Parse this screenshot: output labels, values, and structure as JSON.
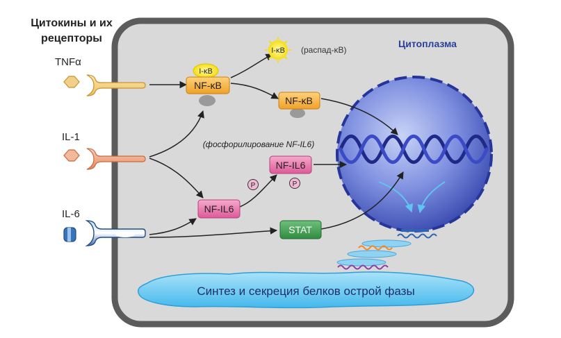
{
  "heading_line1": "Цитокины и их",
  "heading_line2": "рецепторы",
  "cytoplasm_label": "Цитоплазма",
  "receptors": {
    "tnf": "TNFα",
    "il1": "IL-1",
    "il6": "IL-6"
  },
  "complex": {
    "ikb": "I-κB",
    "nfkb": "NF-κB"
  },
  "ikb_released": "I-κB",
  "ikb_decay": "(распад-κB)",
  "nfkb_free": "NF-κB",
  "phosphorylation_note": "(фосфорилирование NF-IL6)",
  "nfil6": "NF-IL6",
  "nfil6_phos": "NF-IL6",
  "phospho_mark": "P",
  "stat": "STAT",
  "synthesis": "Синтез и секреция белков острой фазы",
  "colors": {
    "cell_fill": "#d9d9d9",
    "cell_border": "#5c5c5c",
    "nucleus": "#3d4fb4",
    "nfkb": "#f4b341",
    "ikb": "#f7e31a",
    "nfil6": "#e56aa4",
    "stat": "#3f9a4e",
    "secretion": "#5ec8f2"
  }
}
